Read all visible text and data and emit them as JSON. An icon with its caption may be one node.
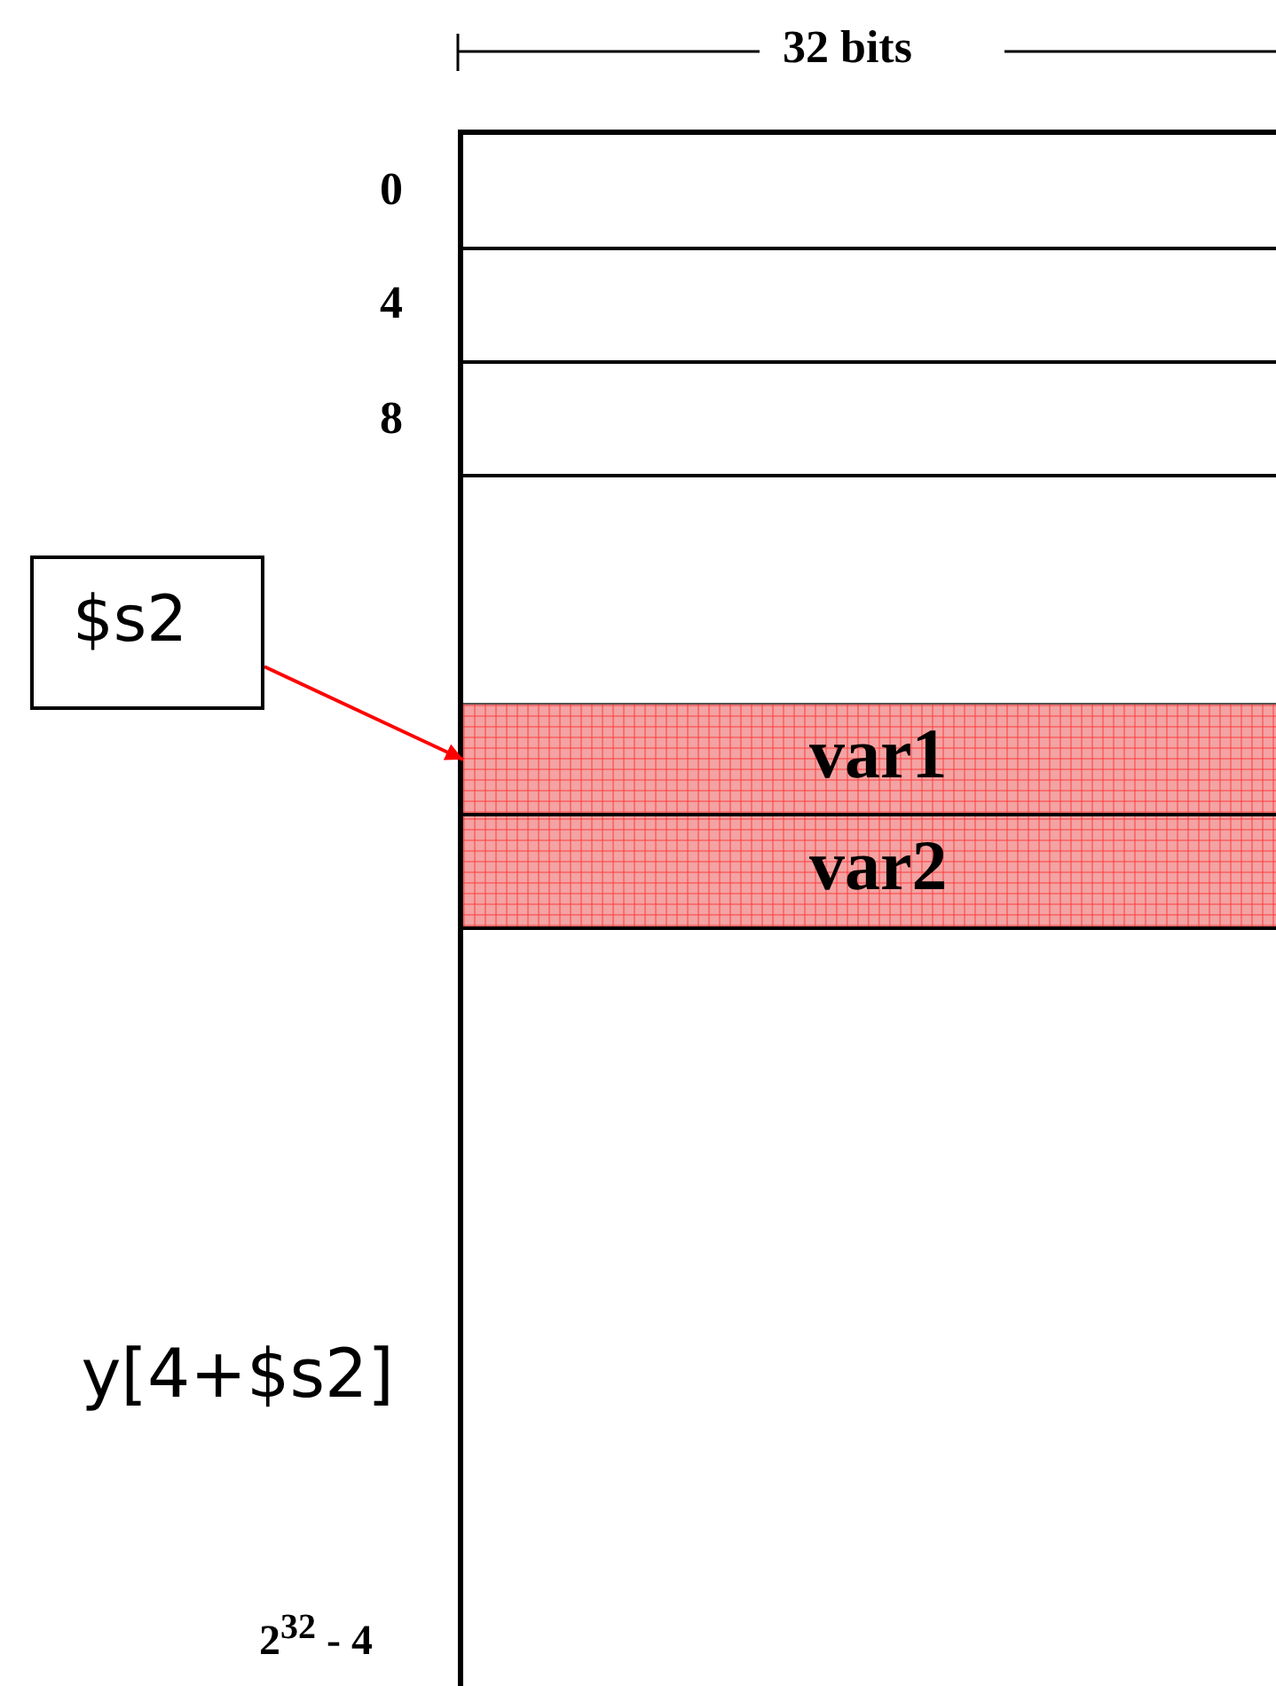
{
  "diagram": {
    "nodes": [
      {
        "text": [],
        "shape": "box"
      },
      {
        "text": [],
        "shape": "box",
        "in": 0
      },
      {
        "text": [],
        "shape": "box",
        "in": 0
      },
      {
        "text": [],
        "shape": "box",
        "in": 0
      },
      {
        "text": [
          "$s2"
        ]
      },
      {
        "text": [
          "var1"
        ],
        "in": 0
      },
      {
        "text": [
          "var2"
        ],
        "in": 0
      }
    ],
    "edges": [
      {
        "from": 4,
        "to": 5,
        "arrow": "to",
        "color": "#ff0000"
      }
    ],
    "labels": [
      "32 bits",
      "0",
      "4",
      "8",
      "y[4+$s2]",
      "2$^{32}$ - 4"
    ]
  }
}
